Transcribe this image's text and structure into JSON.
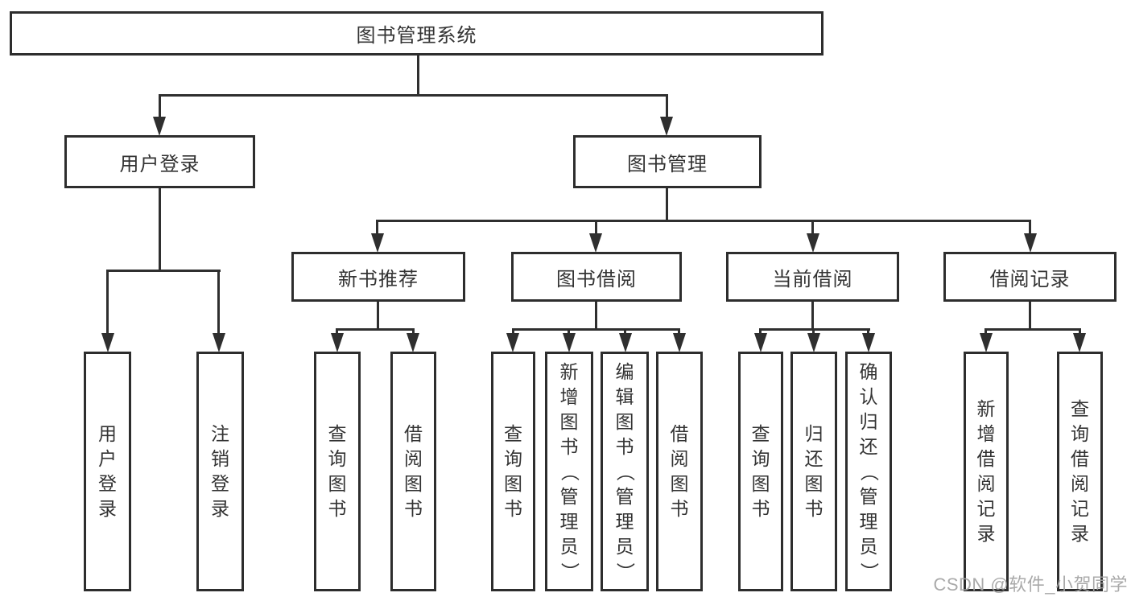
{
  "tree": {
    "root": "图书管理系统",
    "level2": [
      "用户登录",
      "图书管理"
    ],
    "login_children": [
      "用户登录",
      "注销登录"
    ],
    "level3": [
      "新书推荐",
      "图书借阅",
      "当前借阅",
      "借阅记录"
    ],
    "new_book_children": [
      "查询图书",
      "借阅图书"
    ],
    "borrow_children": [
      "查询图书",
      "新增图书（管理员）",
      "编辑图书（管理员）",
      "借阅图书"
    ],
    "current_children": [
      "查询图书",
      "归还图书",
      "确认归还（管理员）"
    ],
    "record_children": [
      "新增借阅记录",
      "查询借阅记录"
    ]
  },
  "watermark": "CSDN @软件_小贺同学",
  "colors": {
    "line": "#2f2f2f",
    "border": "#2d2d2d",
    "text": "#333333",
    "watermark": "#a3a3a3",
    "background": "#ffffff"
  }
}
